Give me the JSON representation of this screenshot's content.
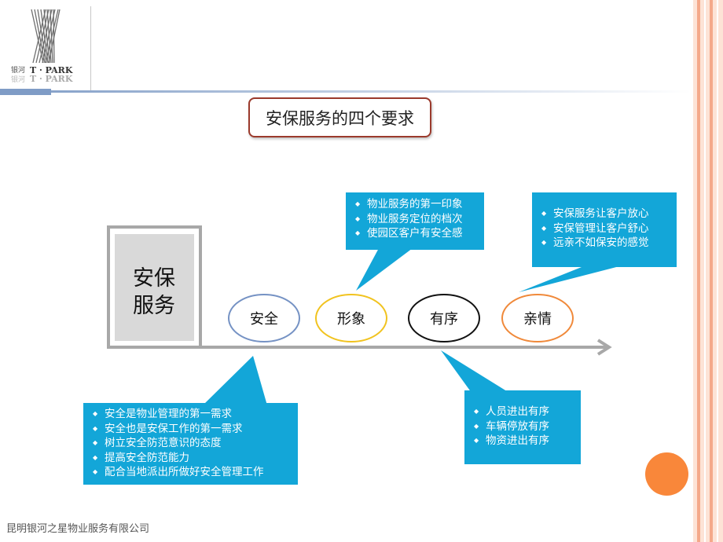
{
  "logo": {
    "cn_name": "银河",
    "brand": "T · PARK"
  },
  "title": "安保服务的四个要求",
  "main_box": {
    "line1": "安保",
    "line2": "服务"
  },
  "nodes": [
    {
      "label": "安全",
      "color": "#7592c4"
    },
    {
      "label": "形象",
      "color": "#f1c31f"
    },
    {
      "label": "有序",
      "color": "#111111"
    },
    {
      "label": "亲情",
      "color": "#f0893a"
    }
  ],
  "callouts": {
    "image": [
      "物业服务的第一印象",
      "物业服务定位的档次",
      "使园区客户有安全感"
    ],
    "family": [
      "安保服务让客户放心",
      "安保管理让客户舒心",
      "远亲不如保安的感觉"
    ],
    "safety": [
      "安全是物业管理的第一需求",
      "安全也是安保工作的第一需求",
      "树立安全防范意识的态度",
      "提高安全防范能力",
      "配合当地派出所做好安全管理工作"
    ],
    "order": [
      "人员进出有序",
      "车辆停放有序",
      "物资进出有序"
    ]
  },
  "colors": {
    "callout": "#13a6d8",
    "arrow": "#a8a8a8",
    "accent": "#f9873a"
  },
  "footer": "昆明银河之星物业服务有限公司"
}
